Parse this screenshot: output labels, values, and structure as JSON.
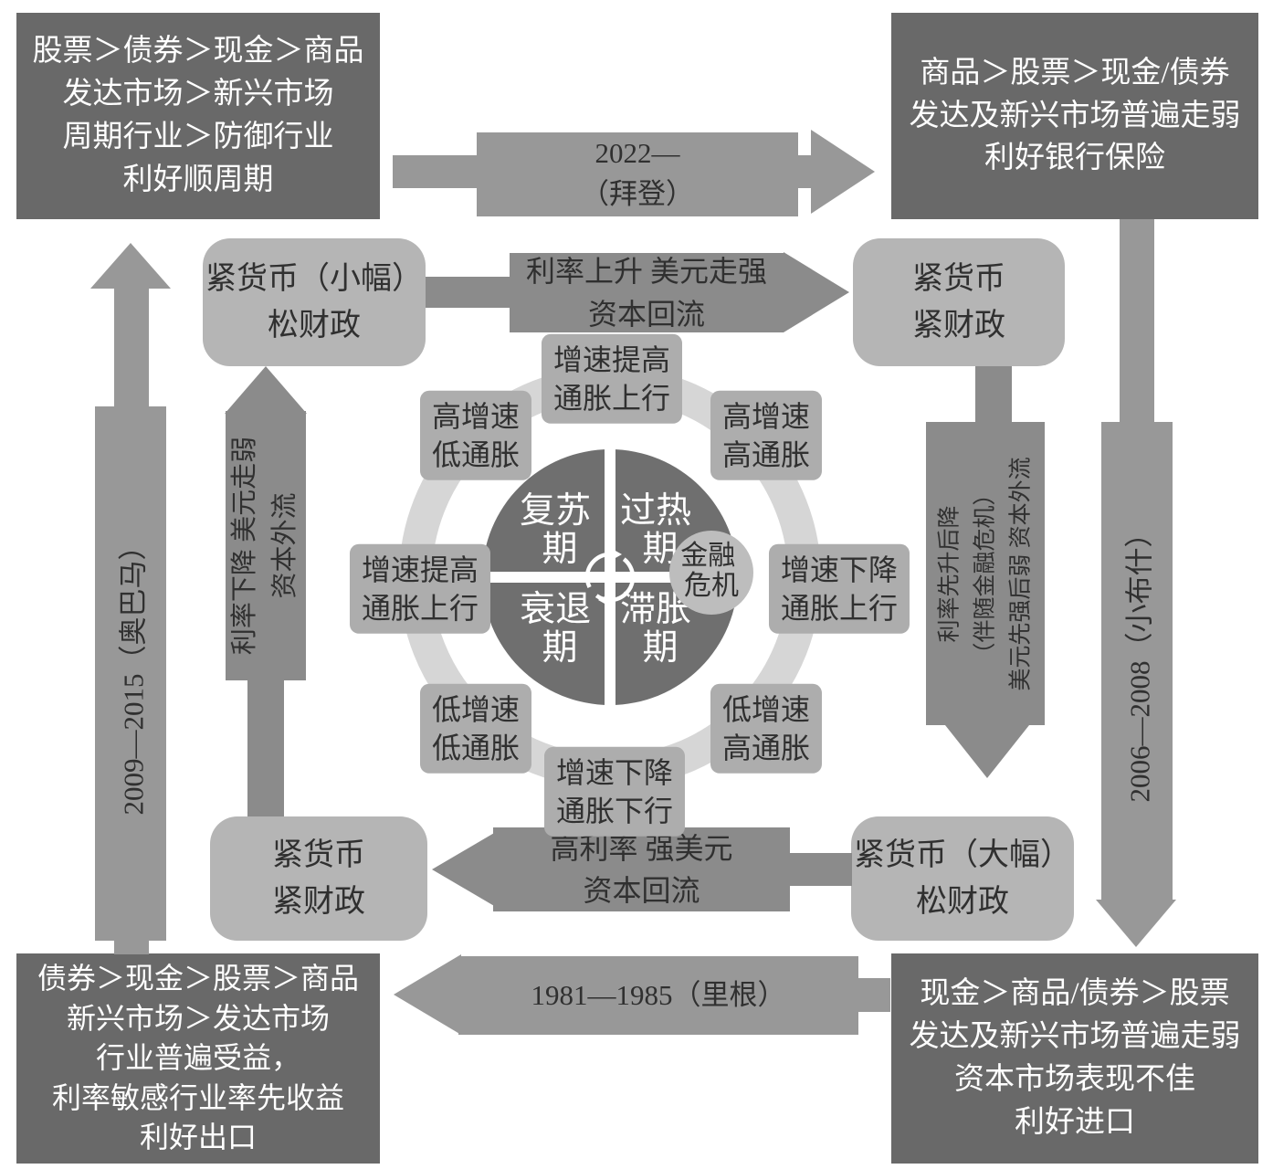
{
  "colors": {
    "background": "#ffffff",
    "dark_box": "#696969",
    "outer_arrow": "#989898",
    "inner_arrow": "#8b8b8b",
    "policy_box": "#b5b5b5",
    "stage_box": "#adadad",
    "ring": "#d6d6d6",
    "wheel": "#6f6f6f",
    "crisis_circle": "#bdbdbd",
    "dark_text": "#303030",
    "light_text": "#ffffff"
  },
  "corner_boxes": {
    "top_left": {
      "lines": [
        "股票＞债券＞现金＞商品",
        "发达市场＞新兴市场",
        "周期行业＞防御行业",
        "利好顺周期"
      ]
    },
    "top_right": {
      "lines": [
        "商品＞股票＞现金/债券",
        "发达及新兴市场普遍走弱",
        "利好银行保险"
      ]
    },
    "bottom_left": {
      "lines": [
        "债券＞现金＞股票＞商品",
        "新兴市场＞发达市场",
        "行业普遍受益，",
        "利率敏感行业率先收益",
        "利好出口"
      ]
    },
    "bottom_right": {
      "lines": [
        "现金＞商品/债券＞股票",
        "发达及新兴市场普遍走弱",
        "资本市场表现不佳",
        "利好进口"
      ]
    }
  },
  "period_arrows": {
    "top": {
      "lines": [
        "2022—",
        "（拜登）"
      ],
      "direction": "right"
    },
    "right": {
      "label": "2006—2008（小布什）",
      "direction": "down"
    },
    "bottom": {
      "label": "1981—1985（里根）",
      "direction": "left"
    },
    "left": {
      "label": "2009—2015（奥巴马）",
      "direction": "up"
    }
  },
  "policy_boxes": {
    "upper_left": {
      "lines": [
        "紧货币（小幅）",
        "松财政"
      ]
    },
    "upper_right": {
      "lines": [
        "紧货币",
        "紧财政"
      ]
    },
    "lower_left": {
      "lines": [
        "紧货币",
        "紧财政"
      ]
    },
    "lower_right": {
      "lines": [
        "紧货币（大幅）",
        "松财政"
      ]
    }
  },
  "flow_arrows": {
    "top": {
      "lines": [
        "利率上升 美元走强",
        "资本回流"
      ],
      "direction": "right"
    },
    "right": {
      "lines": [
        "利率先升后降",
        "（伴随金融危机）",
        "美元先强后弱 资本外流"
      ],
      "direction": "down"
    },
    "bottom": {
      "lines": [
        "高利率 强美元",
        "资本回流"
      ],
      "direction": "left"
    },
    "left": {
      "lines": [
        "利率下降 美元走弱",
        "资本外流"
      ],
      "direction": "up"
    }
  },
  "cycle": {
    "quadrants": {
      "recovery": [
        "复苏",
        "期"
      ],
      "overheat": [
        "过热",
        "期"
      ],
      "recession": [
        "衰退",
        "期"
      ],
      "stagflation": [
        "滞胀",
        "期"
      ]
    },
    "crisis": {
      "lines": [
        "金融",
        "危机"
      ]
    },
    "stage_labels": {
      "top": [
        "增速提高",
        "通胀上行"
      ],
      "top_left": [
        "高增速",
        "低通胀"
      ],
      "top_right": [
        "高增速",
        "高通胀"
      ],
      "left": [
        "增速提高",
        "通胀上行"
      ],
      "right": [
        "增速下降",
        "通胀上行"
      ],
      "bottom_left": [
        "低增速",
        "低通胀"
      ],
      "bottom_right": [
        "低增速",
        "高通胀"
      ],
      "bottom": [
        "增速下降",
        "通胀下行"
      ]
    }
  }
}
